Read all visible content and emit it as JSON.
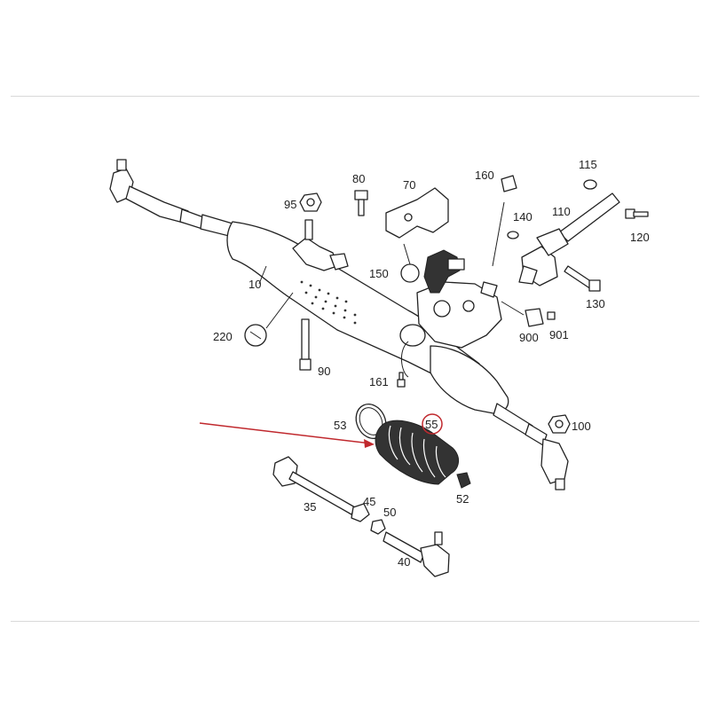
{
  "labels": {
    "p10": "10",
    "p35": "35",
    "p40": "40",
    "p45": "45",
    "p50": "50",
    "p52": "52",
    "p53": "53",
    "p55": "55",
    "p70": "70",
    "p80": "80",
    "p90": "90",
    "p95": "95",
    "p100": "100",
    "p110": "110",
    "p115": "115",
    "p120": "120",
    "p130": "130",
    "p140": "140",
    "p150": "150",
    "p160": "160",
    "p161": "161",
    "p220": "220",
    "p900": "900",
    "p901": "901"
  },
  "highlight": {
    "part": "55",
    "circle_color": "#c0282d",
    "arrow_color": "#c0282d"
  },
  "colors": {
    "ink": "#222222",
    "background": "#ffffff"
  }
}
